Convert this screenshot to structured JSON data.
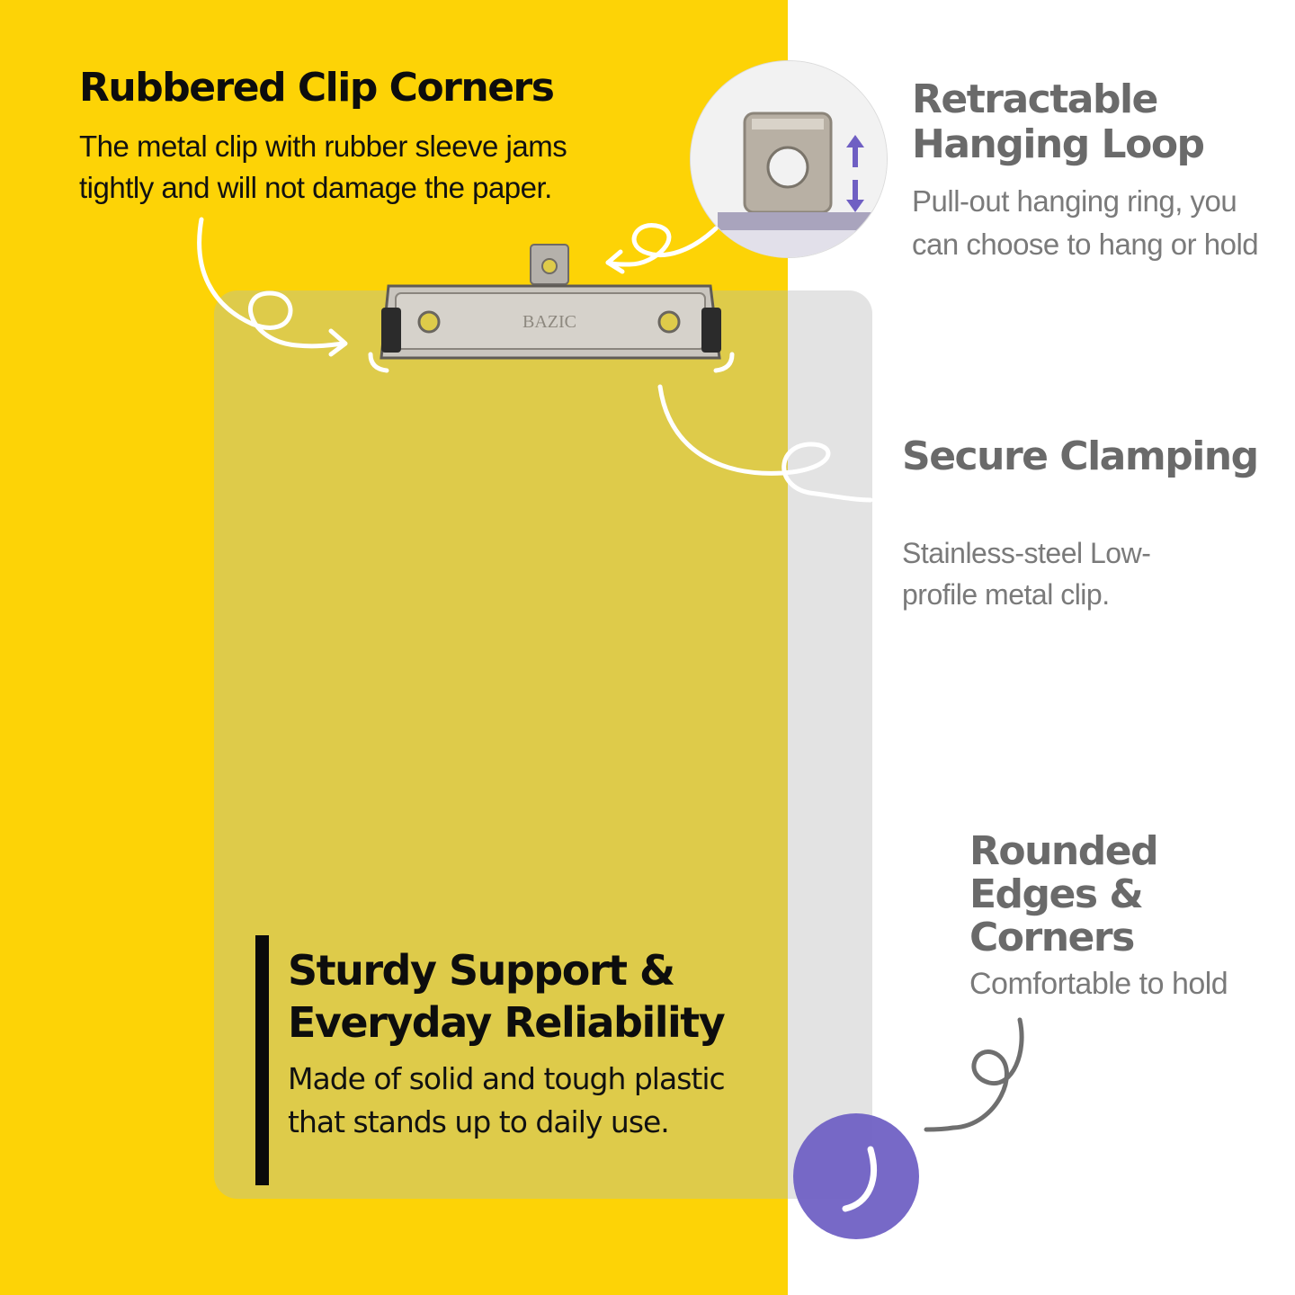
{
  "features": {
    "rubbered": {
      "title": "Rubbered Clip Corners",
      "body": "The metal clip with rubber sleeve jams tightly and will not damage the paper."
    },
    "retractable": {
      "title": "Retractable Hanging Loop",
      "body": "Pull-out hanging ring, you can choose to hang or hold"
    },
    "secure": {
      "title": "Secure Clamping",
      "body": "Stainless-steel Low-profile metal clip."
    },
    "rounded": {
      "title": "Rounded Edges & Corners",
      "body": "Comfortable to hold"
    },
    "sturdy": {
      "title": "Sturdy Support & Everyday Reliability",
      "body": "Made of solid and tough plastic that stands up to daily use."
    }
  },
  "clip": {
    "brand": "BAZIC"
  },
  "colors": {
    "yellow_background": "#fdd306",
    "accent_purple": "#6f5fc3",
    "heading_gray": "#6a6a6a"
  }
}
